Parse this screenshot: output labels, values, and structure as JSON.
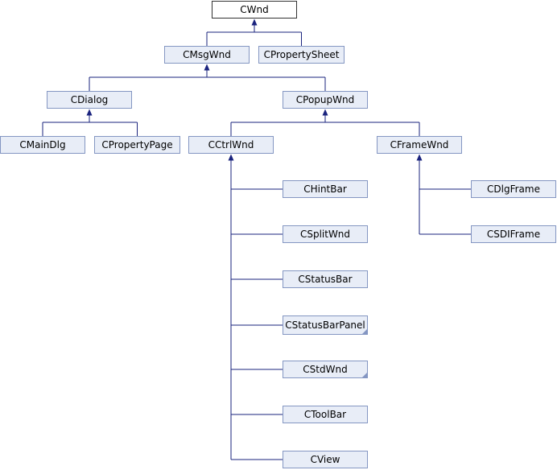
{
  "diagram": {
    "nodes": [
      {
        "id": "cwnd",
        "label": "CWnd",
        "root": true
      },
      {
        "id": "cmsgwnd",
        "label": "CMsgWnd"
      },
      {
        "id": "cpropertysheet",
        "label": "CPropertySheet"
      },
      {
        "id": "cdialog",
        "label": "CDialog"
      },
      {
        "id": "cpopupwnd",
        "label": "CPopupWnd"
      },
      {
        "id": "cmaindlg",
        "label": "CMainDlg"
      },
      {
        "id": "cpropertypage",
        "label": "CPropertyPage"
      },
      {
        "id": "cctrlwnd",
        "label": "CCtrlWnd"
      },
      {
        "id": "cframewnd",
        "label": "CFrameWnd"
      },
      {
        "id": "chintbar",
        "label": "CHintBar"
      },
      {
        "id": "csplitwnd",
        "label": "CSplitWnd"
      },
      {
        "id": "cstatusbar",
        "label": "CStatusBar"
      },
      {
        "id": "cstatusbarpanel",
        "label": "CStatusBarPanel",
        "more": true
      },
      {
        "id": "cstdwnd",
        "label": "CStdWnd",
        "more": true
      },
      {
        "id": "ctoolbar",
        "label": "CToolBar"
      },
      {
        "id": "cview",
        "label": "CView"
      },
      {
        "id": "cdlgframe",
        "label": "CDlgFrame"
      },
      {
        "id": "csdiframe",
        "label": "CSDIFrame"
      }
    ],
    "edges": [
      {
        "from": "cmsgwnd",
        "to": "cwnd"
      },
      {
        "from": "cpropertysheet",
        "to": "cwnd"
      },
      {
        "from": "cdialog",
        "to": "cmsgwnd"
      },
      {
        "from": "cpopupwnd",
        "to": "cmsgwnd"
      },
      {
        "from": "cmaindlg",
        "to": "cdialog"
      },
      {
        "from": "cpropertypage",
        "to": "cdialog"
      },
      {
        "from": "cctrlwnd",
        "to": "cpopupwnd"
      },
      {
        "from": "cframewnd",
        "to": "cpopupwnd"
      },
      {
        "from": "chintbar",
        "to": "cctrlwnd"
      },
      {
        "from": "csplitwnd",
        "to": "cctrlwnd"
      },
      {
        "from": "cstatusbar",
        "to": "cctrlwnd"
      },
      {
        "from": "cstatusbarpanel",
        "to": "cctrlwnd"
      },
      {
        "from": "cstdwnd",
        "to": "cctrlwnd"
      },
      {
        "from": "ctoolbar",
        "to": "cctrlwnd"
      },
      {
        "from": "cview",
        "to": "cctrlwnd"
      },
      {
        "from": "cdlgframe",
        "to": "cframewnd"
      },
      {
        "from": "csdiframe",
        "to": "cframewnd"
      }
    ],
    "colors": {
      "node_fill": "#e8edf7",
      "node_border": "#8496c2",
      "root_border": "#333333",
      "edge": "#1a237e"
    }
  }
}
